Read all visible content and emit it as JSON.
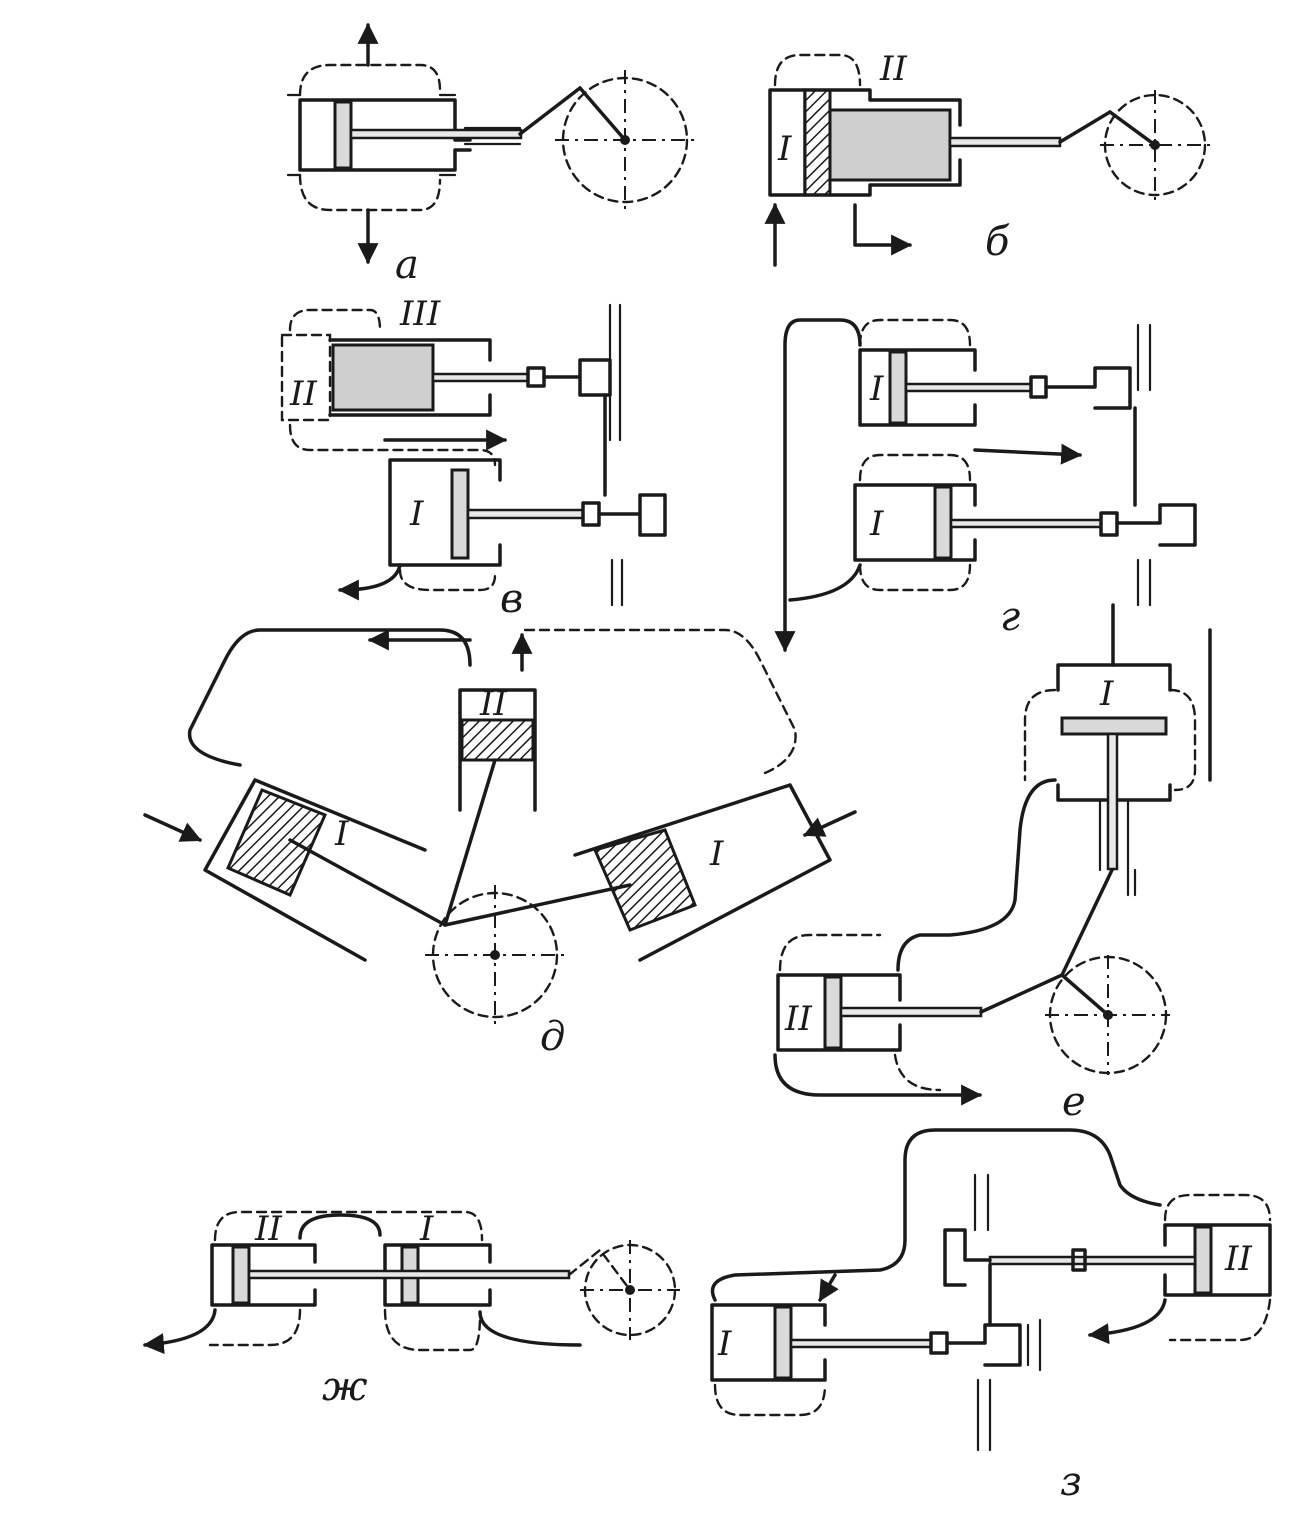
{
  "diagram": {
    "panels": [
      {
        "id": "a",
        "label": "а",
        "roman": []
      },
      {
        "id": "b",
        "label": "б",
        "roman": [
          "I",
          "II"
        ]
      },
      {
        "id": "v",
        "label": "в",
        "roman": [
          "III",
          "II",
          "I"
        ]
      },
      {
        "id": "g",
        "label": "г",
        "roman": [
          "I",
          "I"
        ]
      },
      {
        "id": "d",
        "label": "д",
        "roman": [
          "II",
          "I",
          "I"
        ]
      },
      {
        "id": "e",
        "label": "е",
        "roman": [
          "I",
          "II"
        ]
      },
      {
        "id": "zh",
        "label": "ж",
        "roman": [
          "II",
          "I"
        ]
      },
      {
        "id": "z",
        "label": "з",
        "roman": [
          "I",
          "II"
        ]
      }
    ]
  }
}
